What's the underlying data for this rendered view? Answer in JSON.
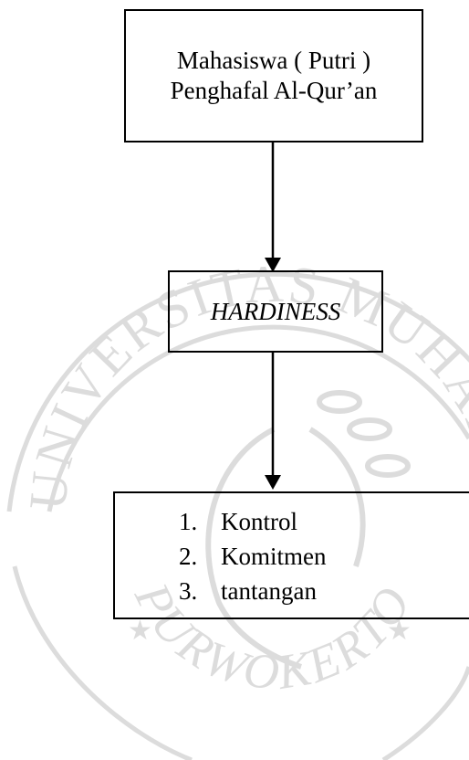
{
  "boxes": {
    "top": {
      "line1": "Mahasiswa ( Putri )",
      "line2": "Penghafal Al-Qur’an"
    },
    "middle": {
      "label": "HARDINESS"
    },
    "bottom": {
      "items": [
        {
          "num": "1.",
          "label": "Kontrol"
        },
        {
          "num": "2.",
          "label": "Komitmen"
        },
        {
          "num": "3.",
          "label": "tantangan"
        }
      ]
    }
  },
  "watermark": {
    "arc_top": "UNIVERSITAS MUHAMMADIYAH",
    "arc_bottom": "PURWOKERTO",
    "color": "#dcdcdc"
  }
}
